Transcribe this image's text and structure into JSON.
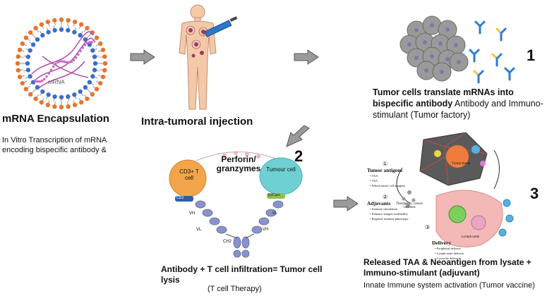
{
  "steps": {
    "s1": {
      "title": "mRNA Encapsulation",
      "desc": "In Vitro Transcription of mRNA encoding bispecific antibody &"
    },
    "s2": {
      "title": "Intra-tumoral injection"
    },
    "s3": {
      "number": "1",
      "title_bold": "Tumor cells translate mRNAs into bispecific antibody",
      "title_rest": " Antibody and Immuno-stimulant (Tumor factory)"
    },
    "s4": {
      "number": "2",
      "title": "Antibody + T cell infiltration= Tumor cell lysis",
      "subtitle": "(T cell Therapy)"
    },
    "s5": {
      "number": "3",
      "title": "Released TAA & Neoantigen from lysate + Immuno-stimulant (adjuvant)",
      "subtitle": "Innate Immune system activation (Tumor vaccine)"
    }
  },
  "nanoparticle": {
    "label": "mRNA"
  },
  "tcell_panel": {
    "tcell": "CD3+ T cell",
    "tumour": "Tumour cell",
    "perforin": "Perforin/ granzymes",
    "cd3": "CD3",
    "epcam": "EpCam",
    "vh": "VH",
    "vl": "VL",
    "ch2": "CH2"
  },
  "vaccine_panel": {
    "items": [
      {
        "num": "①",
        "head": "Tumor antigens",
        "bullets": [
          "TAA",
          "TSA",
          "Whole tumor cell antigens"
        ]
      },
      {
        "num": "②",
        "head": "Adjuvants",
        "bullets": [
          "Immune stimulation",
          "Enhance antigen availability",
          "Regulate immune phenotype"
        ]
      },
      {
        "num": "③",
        "head": "Delivery",
        "bullets": [
          "Peripheral delivery",
          "Lymph node delivery",
          "Cytosolic delivery"
        ]
      }
    ],
    "tumor_tissue": "Tumor tissue",
    "therapeutic": "Therapeutic cancer vaccines",
    "lymph_node": "Lymph node"
  },
  "colors": {
    "arrow_gray": "#8a8a8a",
    "tumor_gray": "#9a9a9a",
    "tcell_orange": "#f2a54a",
    "tumour_teal": "#6fd0d4",
    "antibody_blue": "#6a78b8",
    "lymph_pink": "#f3b9b6"
  }
}
